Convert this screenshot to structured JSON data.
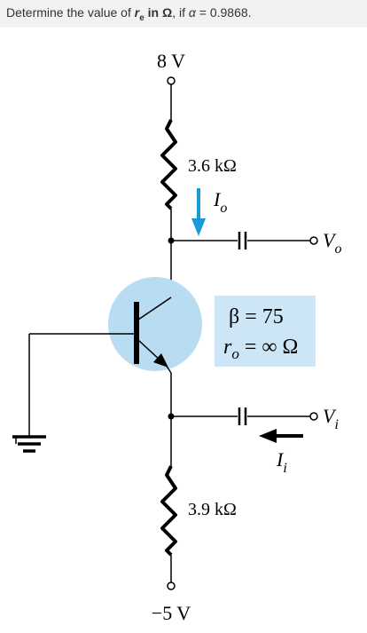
{
  "question": {
    "prefix": "Determine the value of ",
    "var_r": "r",
    "var_sub": "e",
    "unit_text": " in Ω",
    "suffix": ", if ",
    "alpha": "α",
    "equals_value": " = 0.9868."
  },
  "circuit": {
    "vcc_label": "8 V",
    "vee_label": "−5 V",
    "rc_label": "3.6 kΩ",
    "re_label": "3.9 kΩ",
    "io_main": "I",
    "io_sub": "o",
    "vo_main": "V",
    "vo_sub": "o",
    "vi_main": "V",
    "vi_sub": "i",
    "ii_main": "I",
    "ii_sub": "i",
    "beta_label": "β = 75",
    "ro_main": "r",
    "ro_sub": "o",
    "ro_value": " = ∞ Ω",
    "colors": {
      "arrow": "#1a9ad6",
      "param_box": "#cde6f7",
      "transistor_circle": "#b8dcf2",
      "wire": "#000000"
    }
  }
}
